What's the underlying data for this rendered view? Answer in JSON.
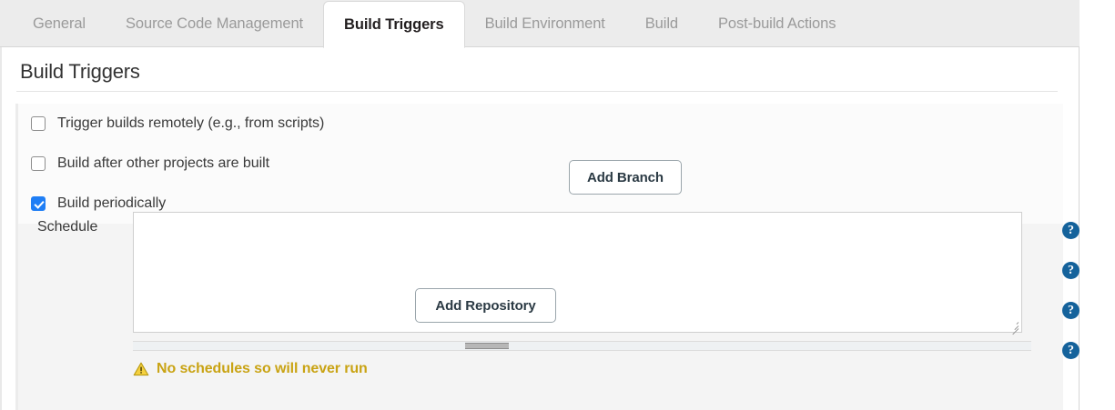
{
  "tabs": [
    {
      "label": "General",
      "active": false
    },
    {
      "label": "Source Code Management",
      "active": false
    },
    {
      "label": "Build Triggers",
      "active": true
    },
    {
      "label": "Build Environment",
      "active": false
    },
    {
      "label": "Build",
      "active": false
    },
    {
      "label": "Post-build Actions",
      "active": false
    }
  ],
  "section": {
    "title": "Build Triggers"
  },
  "triggers": [
    {
      "label": "Trigger builds remotely (e.g., from scripts)",
      "checked": false
    },
    {
      "label": "Build after other projects are built",
      "checked": false
    },
    {
      "label": "Build periodically",
      "checked": true
    }
  ],
  "schedule": {
    "label": "Schedule",
    "value": "",
    "placeholder": "",
    "warning": "No schedules so will never run",
    "warning_icon": "warning-triangle-icon"
  },
  "buttons": {
    "add_branch": "Add Branch",
    "add_repository": "Add Repository"
  },
  "help": {
    "glyph": "?",
    "icons": [
      "help-icon-trigger-remotely",
      "help-icon-build-after-projects",
      "help-icon-build-periodically",
      "help-icon-schedule"
    ]
  },
  "colors": {
    "checkbox_checked": "#1f7ef5",
    "help_blue": "#14629b",
    "warning_gold": "#c9a313",
    "tab_inactive_text": "#9a9a9a",
    "tabbar_bg": "#ececec"
  }
}
